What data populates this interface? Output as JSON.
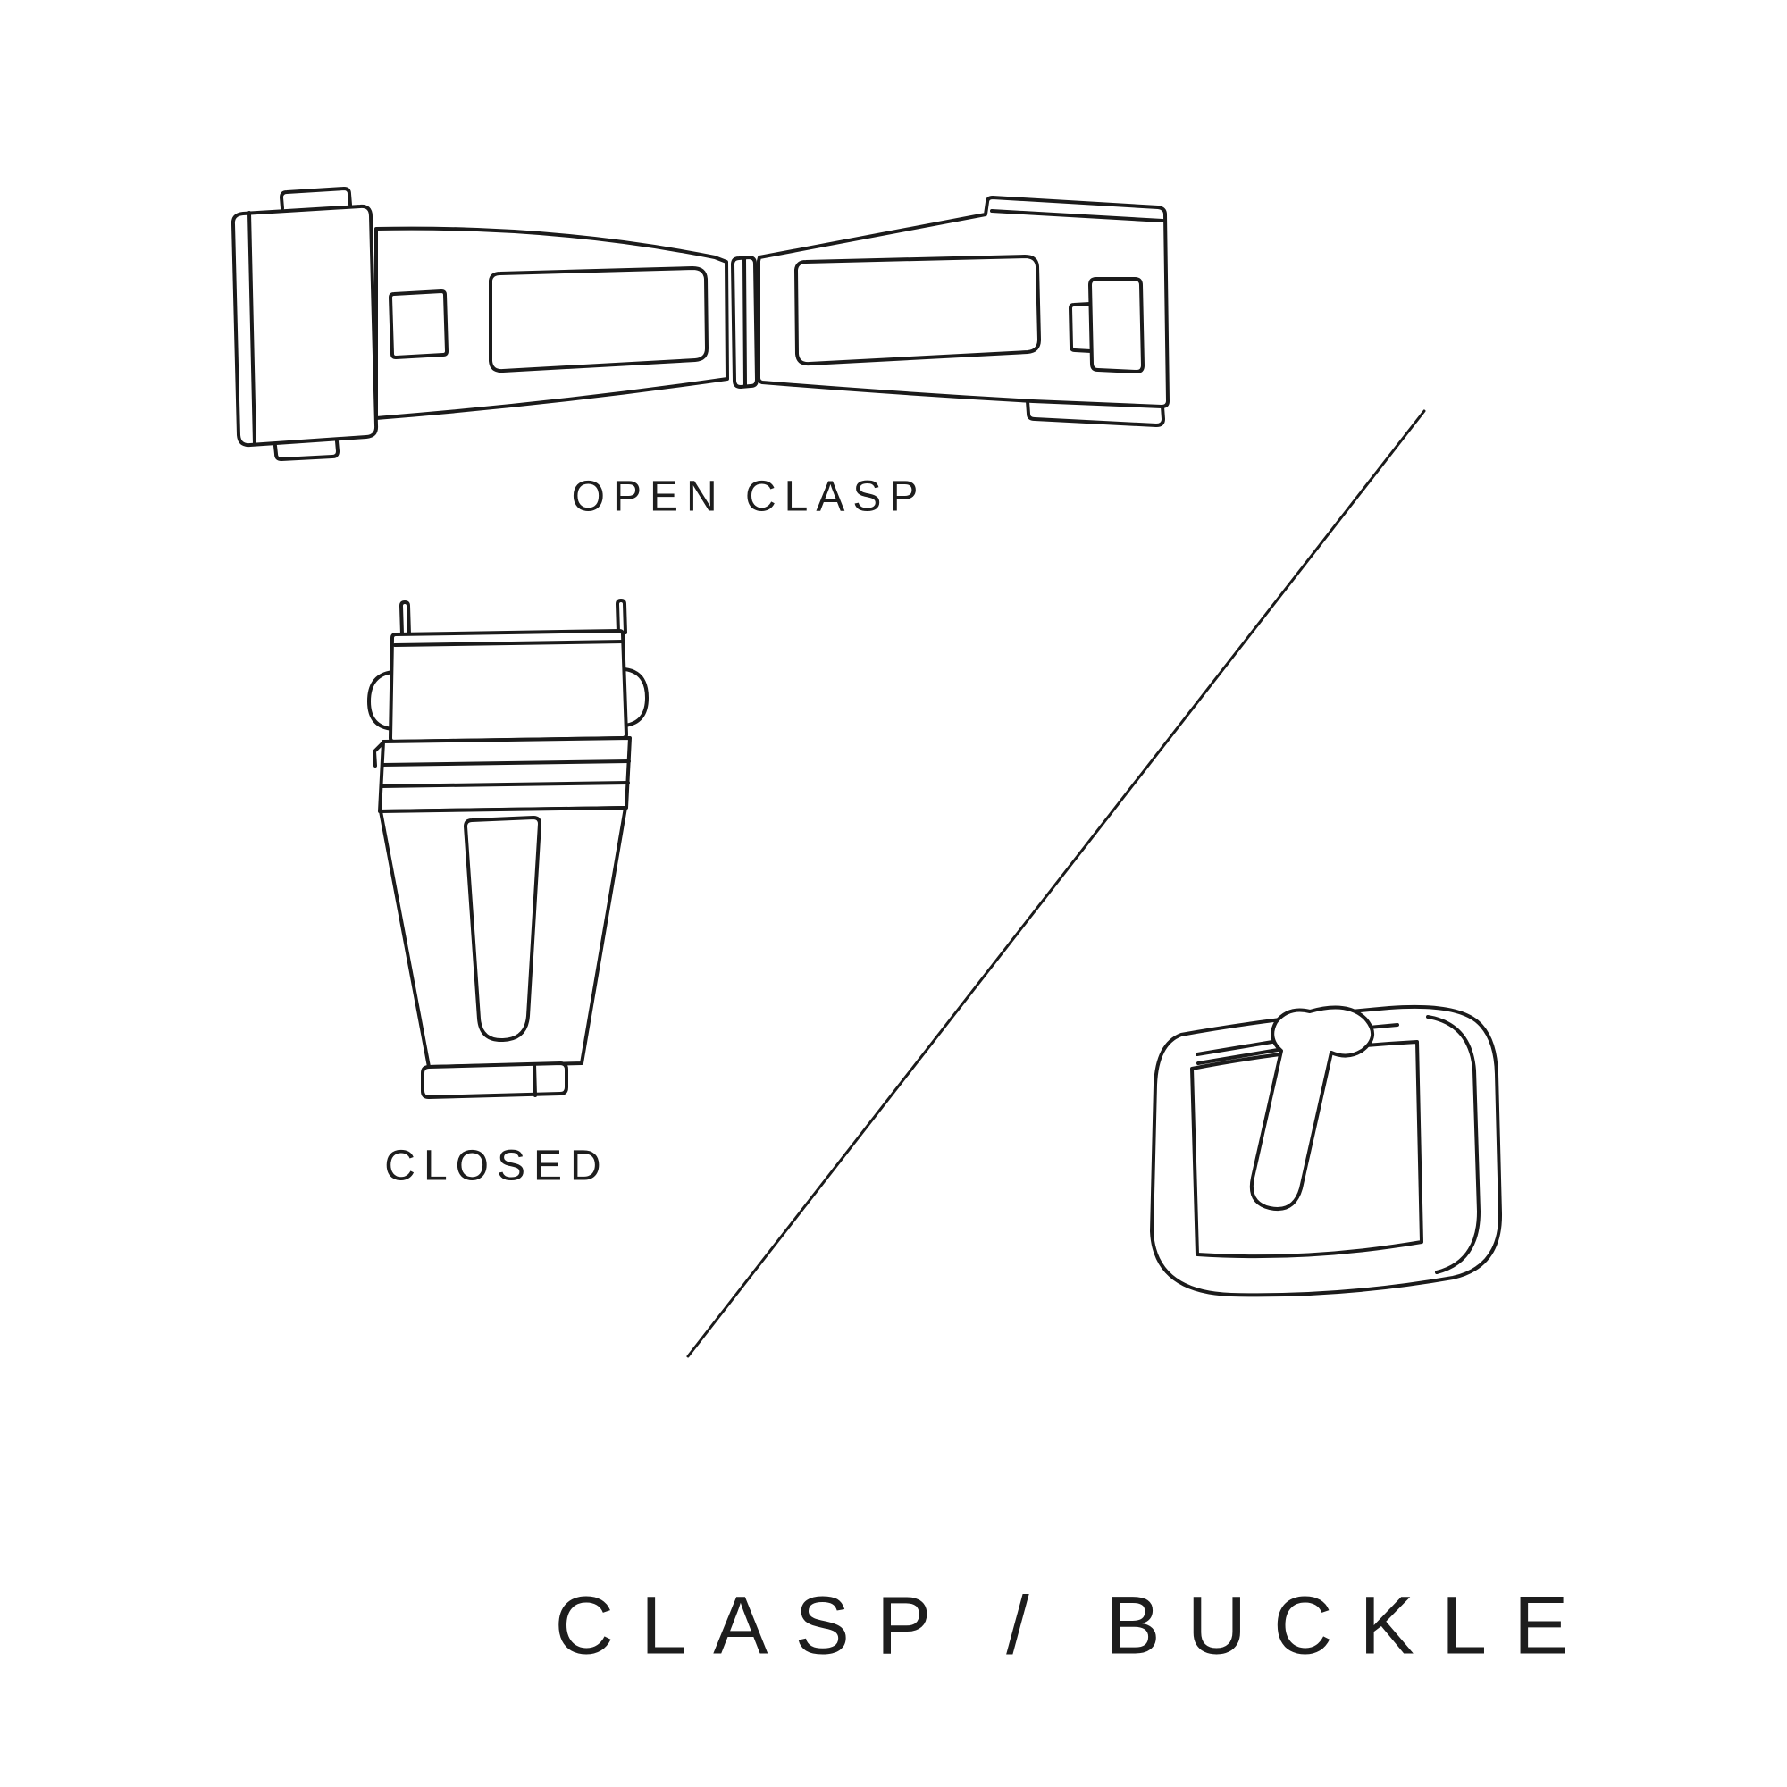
{
  "colors": {
    "line": "#1b1b1b",
    "text": "#1d1d1d",
    "background": "#ffffff"
  },
  "labels": {
    "open_clasp": "OPEN CLASP",
    "closed": "CLOSED",
    "title": "CLASP / BUCKLE"
  }
}
